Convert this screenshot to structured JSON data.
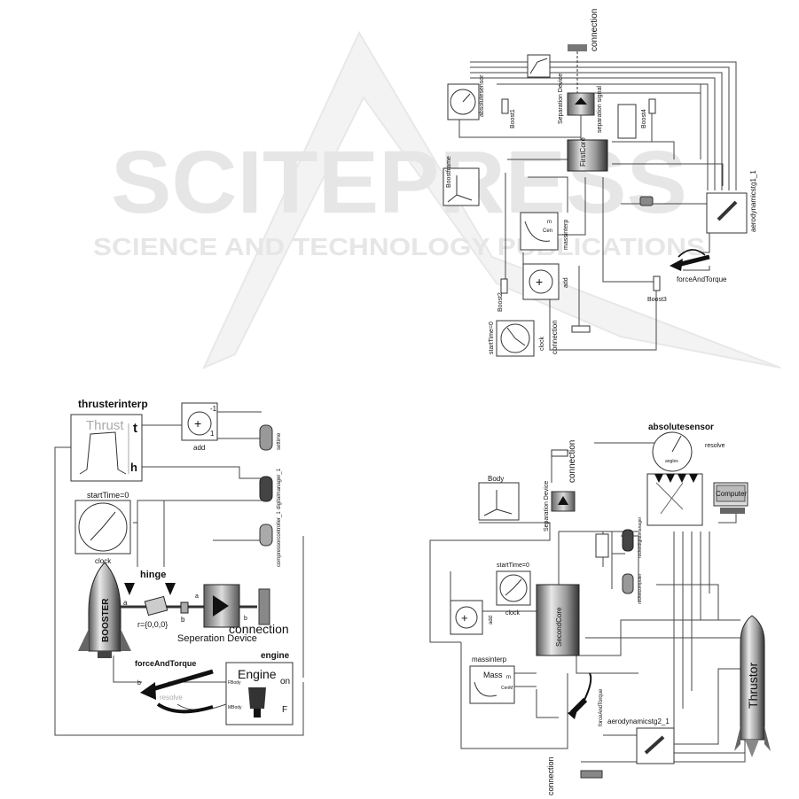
{
  "watermark": {
    "logo": "SCITEPRESS",
    "tagline": "SCIENCE AND TECHNOLOGY PUBLICATIONS"
  },
  "top_diagram": {
    "labels": {
      "connection_top": "connection",
      "absolutesensor": "absolutesensor",
      "separation_device": "Separation Device",
      "separation_signal": "separation signal",
      "boost1": "Boost1",
      "boost4": "Boost4",
      "firstcore": "FirstCore",
      "boostframe": "Boostframe",
      "aerodynamicstg1": "aerodynamicstg1_1",
      "massinterp": "massinterp",
      "forceandtorque": "forceAndTorque",
      "boost2": "Boost2",
      "boost3": "Boost3",
      "add": "add",
      "connection_bottom": "connection",
      "starttime": "startTime=0",
      "clock": "clock",
      "mass_m": "m",
      "mass_cen": "Cen"
    }
  },
  "left_diagram": {
    "labels": {
      "thrusterinterp": "thrusterinterp",
      "thrust": "Thrust",
      "t": "t",
      "h": "h",
      "add": "add",
      "add_neg": "-1",
      "add_pos": "1",
      "starttime": "startTime=0",
      "clock": "clock",
      "hinge": "hinge",
      "booster": "BOOSTER",
      "r": "r={0,0,0}",
      "a": "a",
      "b": "b",
      "separation_device": "Seperation Device",
      "connection": "connection",
      "forceandtorque": "forceAndTorque",
      "engine_title": "engine",
      "engine": "Engine",
      "on": "on",
      "f": "F",
      "fbody": "FBody",
      "mbody": "MBody",
      "resolve": "resolve",
      "settime": "settime",
      "digitalmanager": "digitalmanager_1",
      "compressorcontroller": "compressorcontroller_1"
    }
  },
  "right_diagram": {
    "labels": {
      "absolutesensor": "absolutesensor",
      "connection_top": "connection",
      "body": "Body",
      "separation_device": "Separation Device",
      "computer": "Computer",
      "startTime": "startTime=0",
      "clock": "clock",
      "add": "add",
      "secondcore": "SecondCore",
      "massinterp": "massinterp",
      "mass": "Mass",
      "m": "m",
      "cen": "CenM",
      "forceandtorque": "forceAndTorque",
      "aerodynamicstg2": "aerodynamicstg2_1",
      "thrustor": "Thrustor",
      "connection_bottom": "connection",
      "rocketcomputer": "rocketcomputer",
      "rocketdigitalmanager": "rocketdigitalmanager",
      "resolve": "resolve",
      "angles": "angles"
    }
  }
}
